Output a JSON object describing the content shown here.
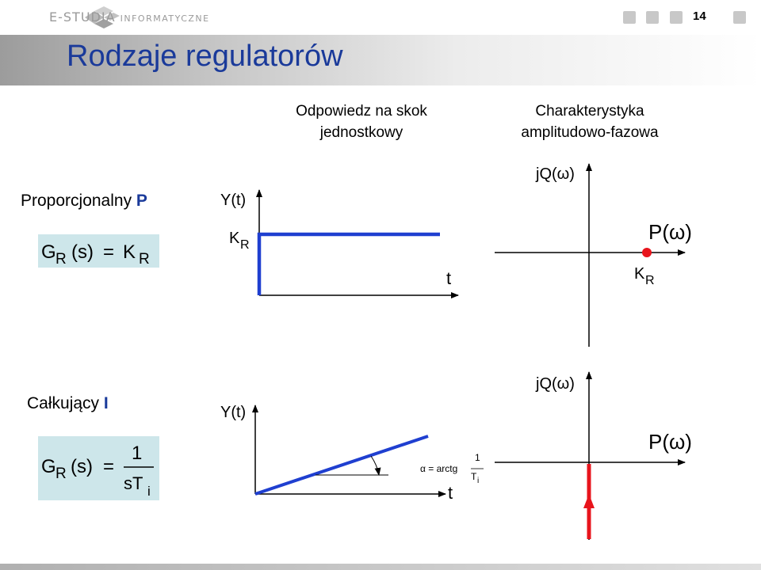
{
  "header": {
    "logo_main": "E-STUDIA",
    "logo_sub": "INFORMATYCZNE",
    "page_number": "14"
  },
  "slide": {
    "title": "Rodzaje regulatorów"
  },
  "columns": {
    "step_response": "Odpowiedz na skok jednostkowy",
    "nyquist": "Charakterystyka amplitudowo-fazowa"
  },
  "rows": [
    {
      "label_prefix": "Proporcjonalny ",
      "label_letter": "P",
      "formula": {
        "lhs_G": "G",
        "lhs_sub": "R",
        "lhs_arg": "(s)",
        "eq": "=",
        "rhs_K": "K",
        "rhs_sub": "R"
      },
      "step_plot": {
        "y_label": "Y(t)",
        "x_label": "t",
        "level_label_K": "K",
        "level_label_sub": "R"
      },
      "nyquist_plot": {
        "y_label": "jQ(ω)",
        "x_label": "P(ω)",
        "point_label_K": "K",
        "point_label_sub": "R"
      }
    },
    {
      "label_prefix": "Całkujący ",
      "label_letter": "I",
      "formula": {
        "lhs_G": "G",
        "lhs_sub": "R",
        "lhs_arg": "(s)",
        "eq": "=",
        "num": "1",
        "den_s": "sT",
        "den_sub": "i"
      },
      "step_plot": {
        "y_label": "Y(t)",
        "x_label": "t",
        "angle_prefix": "α = arctg",
        "angle_num": "1",
        "angle_den": "T",
        "angle_den_sub": "i"
      },
      "nyquist_plot": {
        "y_label": "jQ(ω)",
        "x_label": "P(ω)"
      }
    }
  ],
  "colors": {
    "title": "#1a3a9a",
    "plot_line": "#1f3fd0",
    "nyquist_red": "#e8141c",
    "formula_bg": "#cde6ea"
  }
}
